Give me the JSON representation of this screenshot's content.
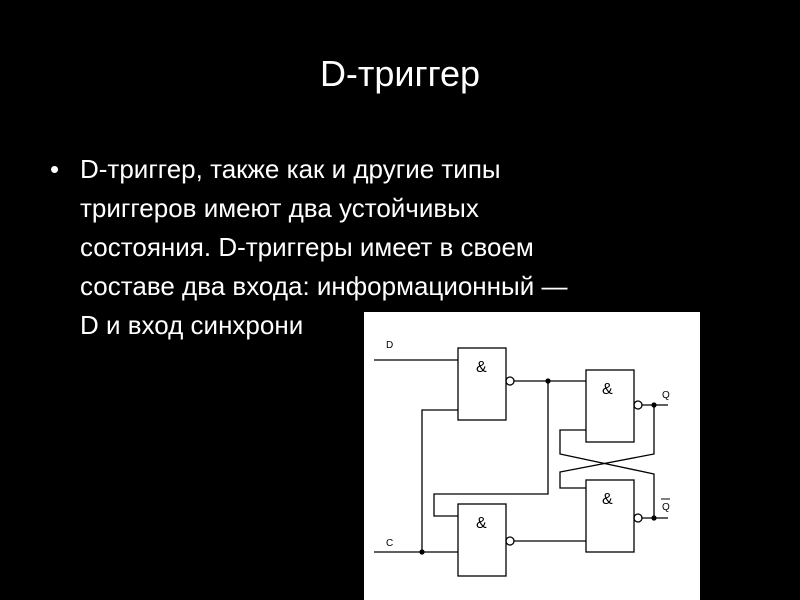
{
  "slide": {
    "title": "D-триггер",
    "bullet_symbol": "•",
    "bullet_lines": [
      "D-триггер, также как и другие типы",
      "триггеров имеют два устойчивых",
      "состояния. D-триггеры имеет в своем",
      "составе два входа: информационный —",
      "D и вход синхрони"
    ]
  },
  "diagram": {
    "gate_symbol": "&",
    "input_d": "D",
    "input_c": "C",
    "output_q": "Q",
    "output_q_inverted": "Q"
  },
  "colors": {
    "background": "#000000",
    "text": "#ffffff",
    "diagram_background": "#ffffff",
    "diagram_lines": "#000000"
  }
}
